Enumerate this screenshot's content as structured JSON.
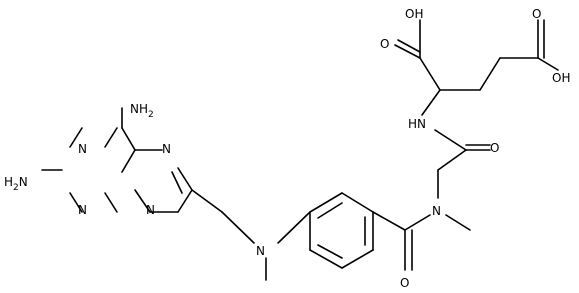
{
  "molecule": {
    "labels": {
      "nh2_top": "NH",
      "nh2_top_sub": "2",
      "nh2_left": "H",
      "nh2_left_sub": "2",
      "nh2_left_n": "N",
      "n_ring_1": "N",
      "n_ring_2": "N",
      "n_ring_3": "N",
      "n_ring_4": "N",
      "n_methyl_amine": "N",
      "n_amide": "N",
      "nh_amide": "HN",
      "o_amide_1": "O",
      "o_amide_2": "O",
      "oh_acid_1": "OH",
      "o_acid_1": "O",
      "o_acid_2": "O",
      "oh_acid_2": "OH"
    }
  }
}
